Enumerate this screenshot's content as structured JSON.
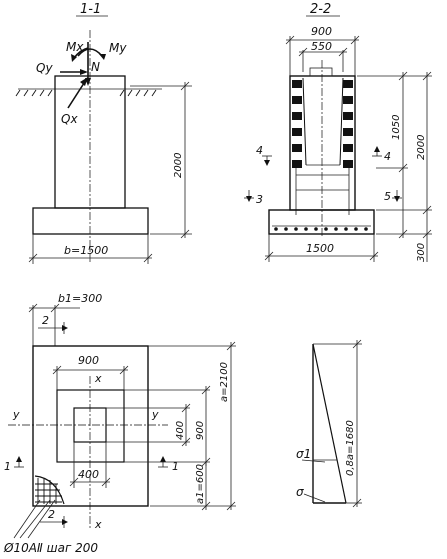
{
  "sections": {
    "s11": {
      "title": "1-1"
    },
    "s22": {
      "title": "2-2"
    }
  },
  "loads": {
    "qy": "Qy",
    "mx": "Mx",
    "n": "N",
    "my": "My",
    "qx": "Qx"
  },
  "dims": {
    "col_height": "2000",
    "base_width": "b=1500",
    "s22_top": "900",
    "s22_inner": "550",
    "s22_1050": "1050",
    "s22_2000": "2000",
    "s22_base": "1500",
    "s22_300": "300",
    "b1": "b1=300",
    "plan_900_top": "900",
    "plan_400_bottom": "400",
    "plan_400_side": "400",
    "plan_900_side": "900",
    "plan_a": "a=2100",
    "plan_a1": "a1=600",
    "diag_h": "0,8a=1680"
  },
  "marks": {
    "m4_left": "4",
    "m4_right": "4",
    "m3": "3",
    "m5": "5",
    "m2_top": "2",
    "m2_bottom": "2",
    "m1_left": "1",
    "m1_right": "1",
    "x_top": "x",
    "x_bottom": "x",
    "y_left": "y",
    "y_right": "y"
  },
  "diagram": {
    "sigma1": "σ1",
    "sigma": "σ"
  },
  "rebar_note": "Ø10АⅡ шаг 200"
}
